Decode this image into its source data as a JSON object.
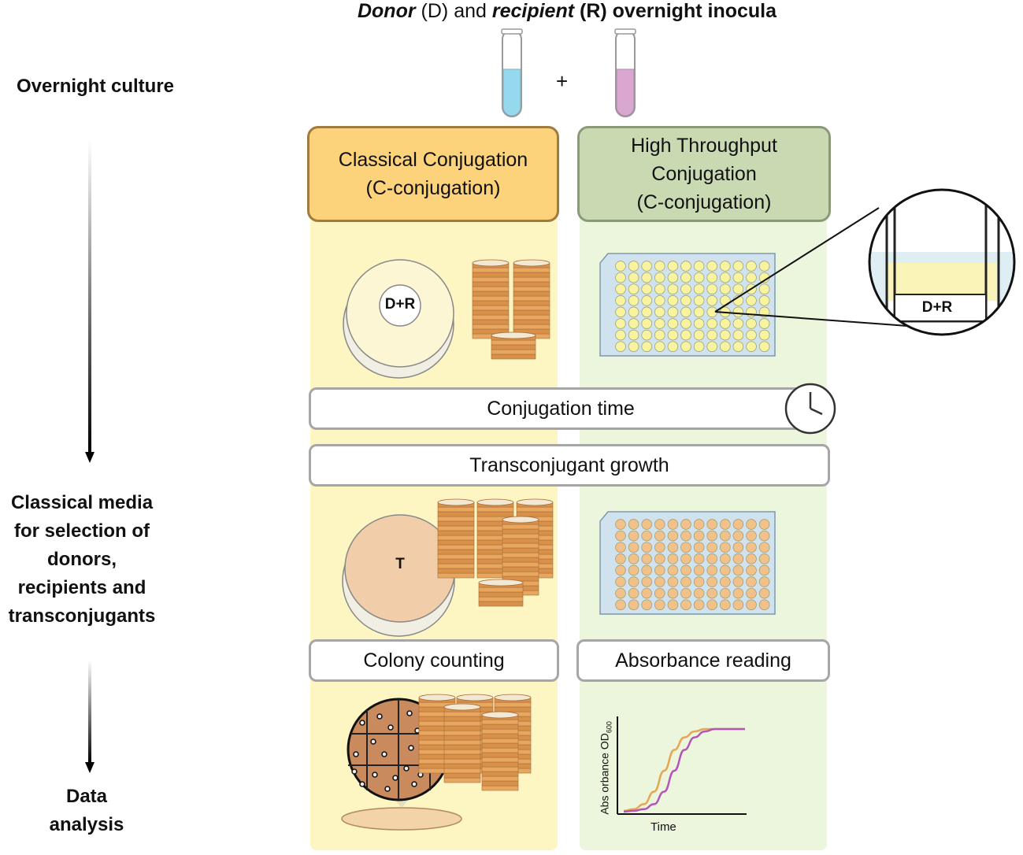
{
  "top_title": {
    "donor": "Donor",
    "d": " (D) and ",
    "recipient": "recipient",
    "r": " (R) overnight inocula"
  },
  "plus_sign": "+",
  "left_labels": {
    "overnight": "Overnight culture",
    "classical_media": [
      "Classical media",
      "for selection of",
      "donors,",
      "recipients and",
      "transconjugants"
    ],
    "data_analysis": [
      "Data",
      "analysis"
    ]
  },
  "classical": {
    "header": [
      "Classical Conjugation",
      "(C-conjugation)"
    ],
    "plate_label_1": "D+R",
    "plate_label_2": "T",
    "step": "Colony counting"
  },
  "high_throughput": {
    "header": [
      "High Throughput",
      "Conjugation",
      "(C-conjugation)"
    ],
    "well_label": "D+R",
    "step": "Absorbance reading",
    "chart_xlabel": "Time",
    "chart_ylabel": "Abs orbance OD",
    "chart_ylabel_sub": "600"
  },
  "shared_steps": {
    "conjugation_time": "Conjugation time",
    "transconjugant_growth": "Transconjugant growth"
  },
  "colors": {
    "classical_header": "#fcd27a",
    "classical_bg": "#fdf6c2",
    "ht_header": "#c9dab3",
    "ht_bg": "#ebf6dd",
    "donor_tube": "#96d9ee",
    "recipient_tube": "#d9a7d0",
    "curve_orange": "#e7a651",
    "curve_purple": "#b355b9"
  },
  "chart_data": {
    "type": "line",
    "xlabel": "Time",
    "ylabel": "Abs orbance OD600",
    "series": [
      {
        "x": [
          0,
          1,
          2,
          3,
          4,
          5,
          6,
          7,
          8,
          9,
          10,
          11,
          12
        ],
        "values": [
          0.02,
          0.04,
          0.1,
          0.25,
          0.5,
          0.75,
          0.9,
          0.97,
          1.0,
          1.0,
          1.0,
          1.0,
          1.0
        ]
      },
      {
        "x": [
          0,
          1,
          2,
          3,
          4,
          5,
          6,
          7,
          8,
          9,
          10,
          11,
          12
        ],
        "values": [
          0.01,
          0.02,
          0.04,
          0.1,
          0.25,
          0.5,
          0.75,
          0.9,
          0.97,
          1.0,
          1.0,
          1.0,
          1.0
        ]
      }
    ]
  }
}
